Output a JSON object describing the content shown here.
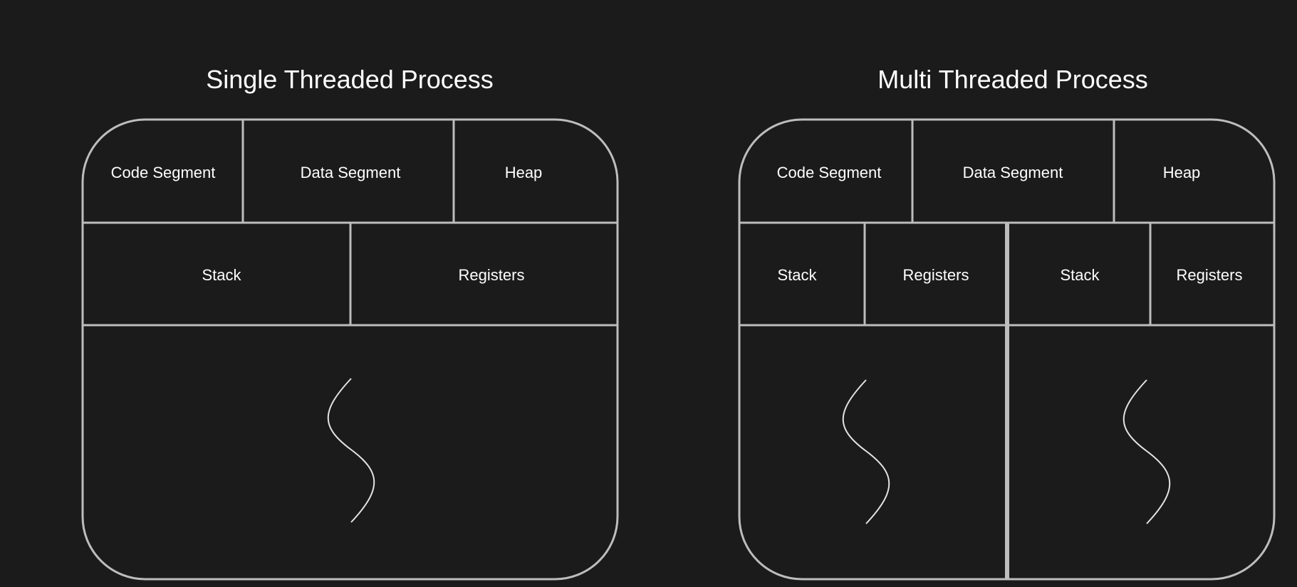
{
  "diagram": {
    "single": {
      "title": "Single Threaded Process",
      "segments": {
        "code": "Code Segment",
        "data": "Data Segment",
        "heap": "Heap"
      },
      "thread": {
        "stack": "Stack",
        "registers": "Registers"
      }
    },
    "multi": {
      "title": "Multi Threaded Process",
      "segments": {
        "code": "Code Segment",
        "data": "Data Segment",
        "heap": "Heap"
      },
      "threads": [
        {
          "stack": "Stack",
          "registers": "Registers"
        },
        {
          "stack": "Stack",
          "registers": "Registers"
        }
      ]
    }
  }
}
